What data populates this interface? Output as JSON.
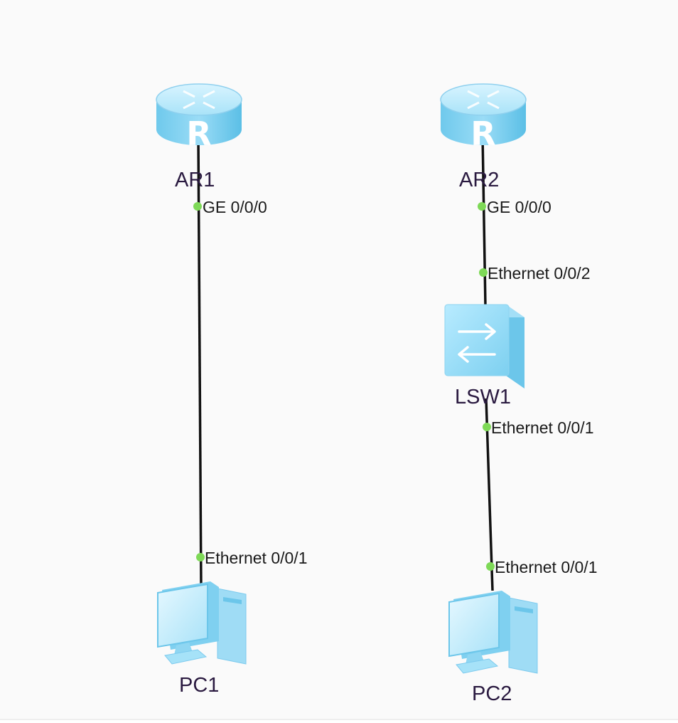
{
  "colors": {
    "background": "#fafafa",
    "device_light": "#c9efff",
    "device_mid": "#8fd8f4",
    "device_dark": "#5bbfe6",
    "link": "#111111",
    "port_dot": "#7ed957"
  },
  "devices": {
    "ar1": {
      "label": "AR1",
      "type": "router",
      "icon": "router-icon",
      "glyph": "R"
    },
    "ar2": {
      "label": "AR2",
      "type": "router",
      "icon": "router-icon",
      "glyph": "R"
    },
    "lsw1": {
      "label": "LSW1",
      "type": "switch",
      "icon": "switch-icon"
    },
    "pc1": {
      "label": "PC1",
      "type": "pc",
      "icon": "pc-icon"
    },
    "pc2": {
      "label": "PC2",
      "type": "pc",
      "icon": "pc-icon"
    }
  },
  "links": [
    {
      "from": "AR1",
      "from_port": "GE 0/0/0",
      "to": "PC1",
      "to_port": "Ethernet 0/0/1"
    },
    {
      "from": "AR2",
      "from_port": "GE 0/0/0",
      "to": "LSW1",
      "to_port": "Ethernet 0/0/2"
    },
    {
      "from": "LSW1",
      "from_port": "Ethernet 0/0/1",
      "to": "PC2",
      "to_port": "Ethernet 0/0/1"
    }
  ]
}
